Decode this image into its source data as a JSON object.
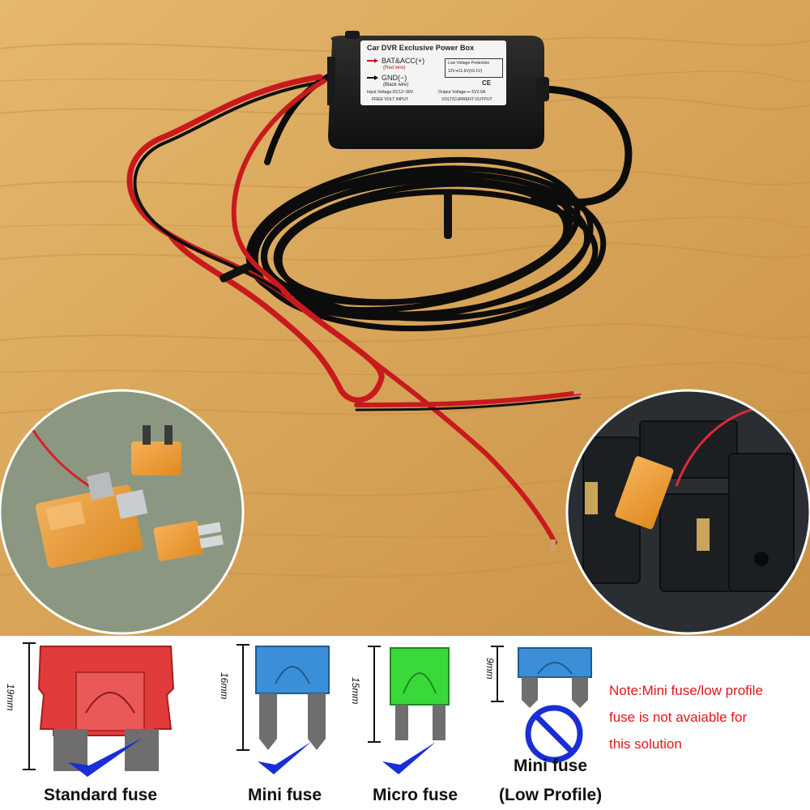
{
  "power_box": {
    "title": "Car DVR Exclusive Power Box",
    "bat_label": "BAT&ACC(+)",
    "bat_wire": "(Red wire)",
    "gnd_label": "GND(−)",
    "gnd_wire": "(Black wire)",
    "lvp_title": "Low Voltage Protection",
    "lvp_value": "12V➜11.6V(±0.1V)",
    "ce_mark": "CE",
    "input_voltage": "Input Voltage:DC12~30V",
    "output_voltage": "Output Voltage:⎓ 5V2.5A",
    "free_volt": "FREE VOLT INPUT",
    "volt_current": "VOLT/CURRENT OUTPUT"
  },
  "fuses": [
    {
      "name": "Standard fuse",
      "dimension": "19mm",
      "color": "#e23b3b",
      "compatible": true
    },
    {
      "name": "Mini fuse",
      "dimension": "16mm",
      "color": "#3a8fd8",
      "compatible": true
    },
    {
      "name": "Micro fuse",
      "dimension": "15mm",
      "color": "#3ad93a",
      "compatible": true
    },
    {
      "name_line1": "Mini fuse",
      "name_line2": "(Low Profile)",
      "dimension": "9mm",
      "color": "#3a8fd8",
      "compatible": false
    }
  ],
  "note": {
    "line1": "Note:Mini fuse/low profile",
    "line2": "fuse is not avaiable for",
    "line3": "this solution"
  },
  "colors": {
    "check": "#1a2ed6",
    "note_red": "#e3151a",
    "wood": "#d9a75a"
  }
}
